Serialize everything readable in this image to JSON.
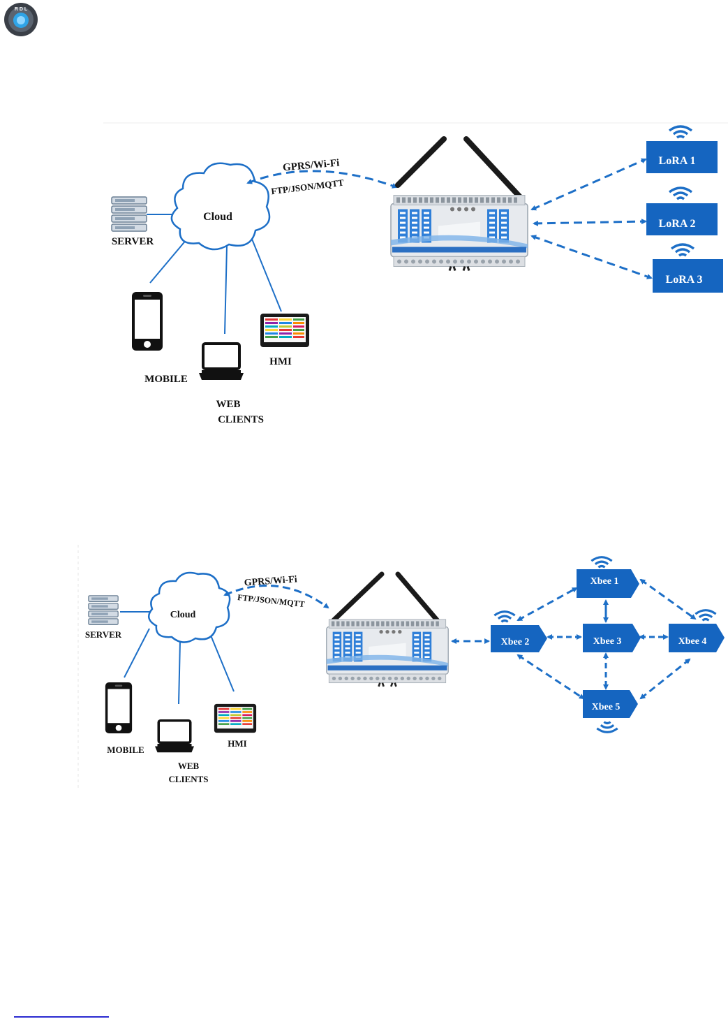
{
  "diagram1": {
    "server": "SERVER",
    "cloud": "Cloud",
    "mobile": "MOBILE",
    "web_line1": "WEB",
    "web_line2": "CLIENTS",
    "hmi": "HMI",
    "proto_top": "GPRS/Wi-Fi",
    "proto_bottom": "FTP/JSON/MQTT",
    "nodes": [
      "LoRA 1",
      "LoRA 2",
      "LoRA 3"
    ]
  },
  "diagram2": {
    "server": "SERVER",
    "cloud": "Cloud",
    "mobile": "MOBILE",
    "web_line1": "WEB",
    "web_line2": "CLIENTS",
    "hmi": "HMI",
    "proto_top": "GPRS/Wi-Fi",
    "proto_bottom": "FTP/JSON/MQTT",
    "nodes": [
      "Xbee 1",
      "Xbee 2",
      "Xbee 3",
      "Xbee 4",
      "Xbee 5"
    ]
  },
  "colors": {
    "accent": "#1d6fc7",
    "node": "#1565c0",
    "logger": "#e3e6ea"
  },
  "icons": [
    "rdl-logo-icon",
    "server-icon",
    "cloud-icon",
    "mobile-icon",
    "laptop-icon",
    "hmi-icon",
    "wifi-icon",
    "antenna-icon"
  ]
}
